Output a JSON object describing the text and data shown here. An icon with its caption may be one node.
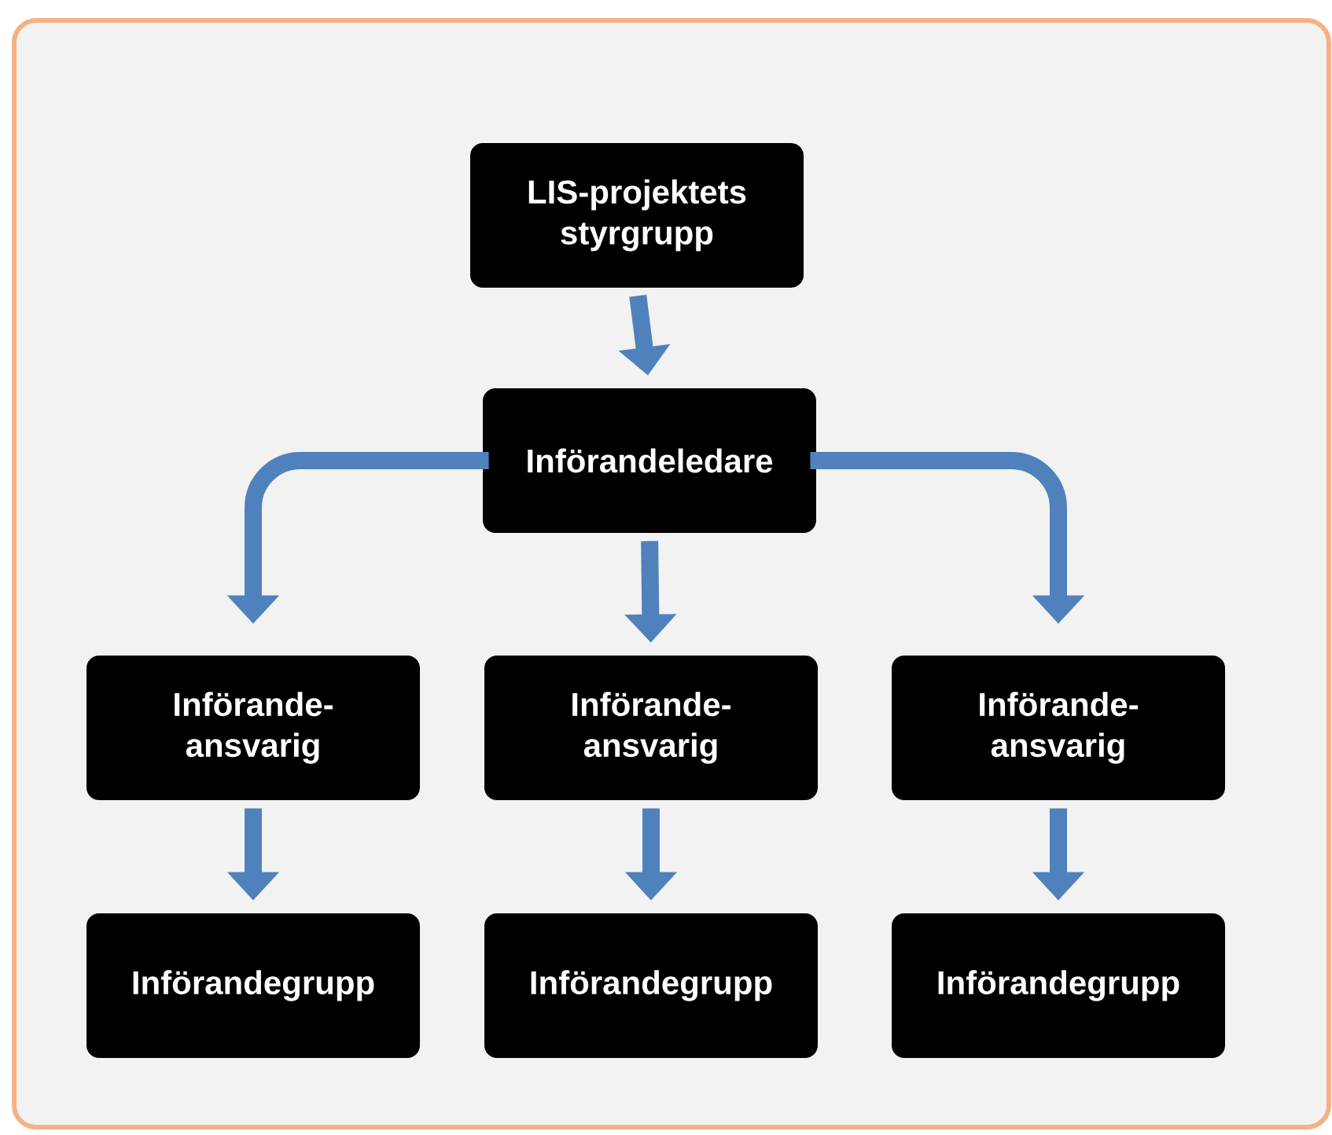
{
  "diagram": {
    "nodes": [
      {
        "text": [
          "LIS-projektets styrgrupp"
        ]
      },
      {
        "text": [
          "Införandeledare"
        ]
      },
      {
        "text": [
          "Införande-ansvarig"
        ]
      },
      {
        "text": [
          "Införande-ansvarig"
        ]
      },
      {
        "text": [
          "Införande-ansvarig"
        ]
      },
      {
        "text": [
          "Införandegrupp"
        ]
      },
      {
        "text": [
          "Införandegrupp"
        ]
      },
      {
        "text": [
          "Införandegrupp"
        ]
      }
    ],
    "edges": [
      {
        "from": 0,
        "to": 1,
        "arrow": "to"
      },
      {
        "from": 1,
        "to": 2,
        "arrow": "to"
      },
      {
        "from": 1,
        "to": 3,
        "arrow": "to"
      },
      {
        "from": 1,
        "to": 4,
        "arrow": "to"
      },
      {
        "from": 2,
        "to": 5,
        "arrow": "to"
      },
      {
        "from": 3,
        "to": 6,
        "arrow": "to"
      },
      {
        "from": 4,
        "to": 7,
        "arrow": "to"
      }
    ]
  }
}
